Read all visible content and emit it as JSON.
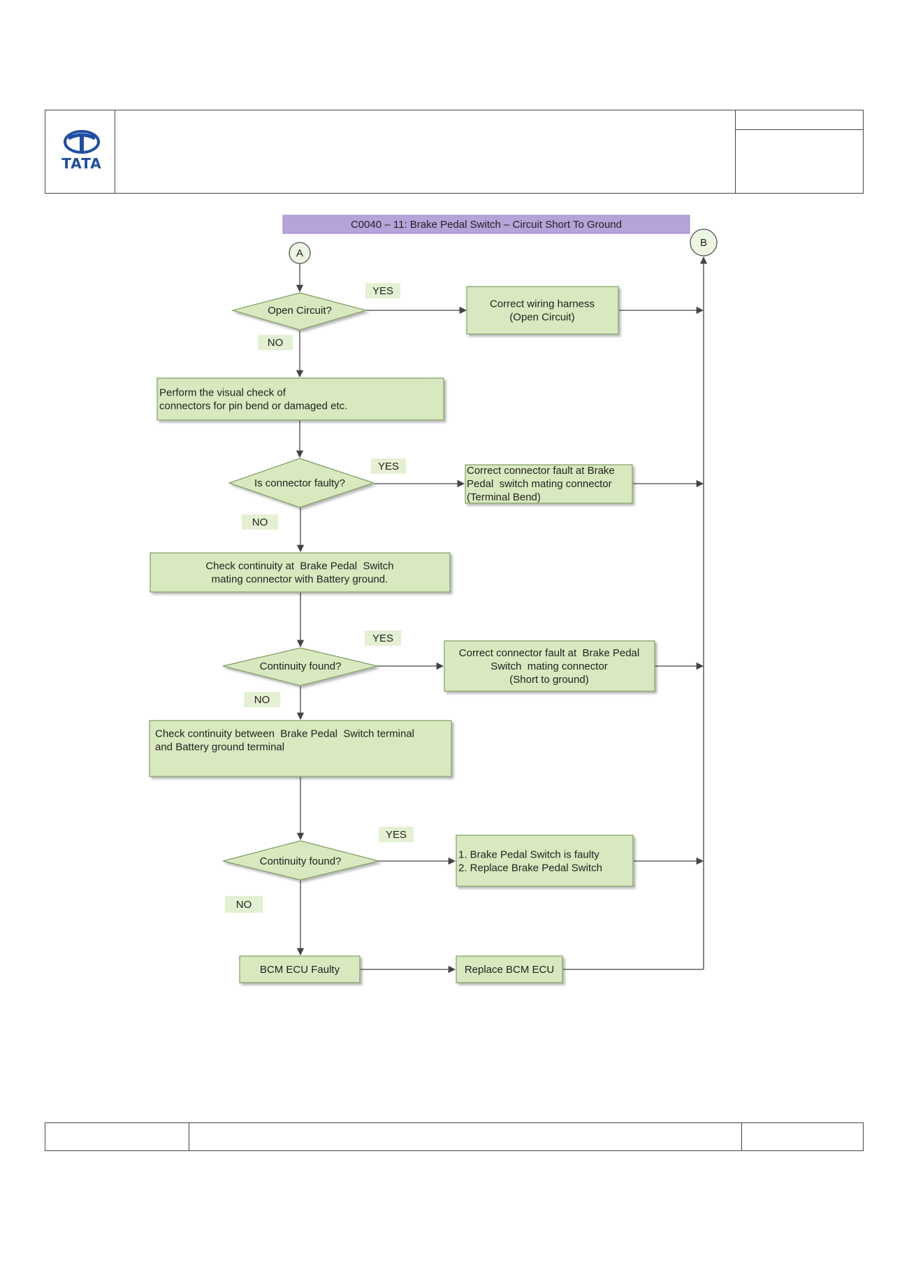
{
  "header": {
    "logo_text": "TATA",
    "title": "C0040 – 11: Brake Pedal Switch – Circuit Short To Ground"
  },
  "connectors": {
    "start": "A",
    "end": "B"
  },
  "labels": {
    "yes": "YES",
    "no": "NO"
  },
  "colors": {
    "node_fill": "#d8e9bf",
    "node_stroke": "#7f9b63",
    "title_fill": "#b6a3d9",
    "label_fill": "#e4f0d2",
    "line": "#444444"
  },
  "nodes": {
    "d1": [
      "Open Circuit?"
    ],
    "r1": [
      "Correct wiring harness",
      "(Open Circuit)"
    ],
    "p1": [
      "Perform the visual check of",
      "connectors for pin bend or damaged etc."
    ],
    "d2": [
      "Is connector faulty?"
    ],
    "r2": [
      "Correct connector fault at Brake",
      "Pedal  switch mating connector",
      "(Terminal Bend)"
    ],
    "p2": [
      "Check continuity at  Brake Pedal  Switch",
      "mating connector with Battery ground."
    ],
    "d3": [
      "Continuity found?"
    ],
    "r3": [
      "Correct connector fault at  Brake Pedal",
      "Switch  mating connector",
      "(Short to ground)"
    ],
    "p3": [
      "Check continuity between  Brake Pedal  Switch terminal",
      "and Battery ground terminal"
    ],
    "d4": [
      "Continuity found?"
    ],
    "r4": [
      "1. Brake Pedal Switch is faulty",
      "2. Replace Brake Pedal Switch"
    ],
    "p4": [
      "BCM ECU Faulty"
    ],
    "r5": [
      "Replace BCM ECU"
    ]
  }
}
